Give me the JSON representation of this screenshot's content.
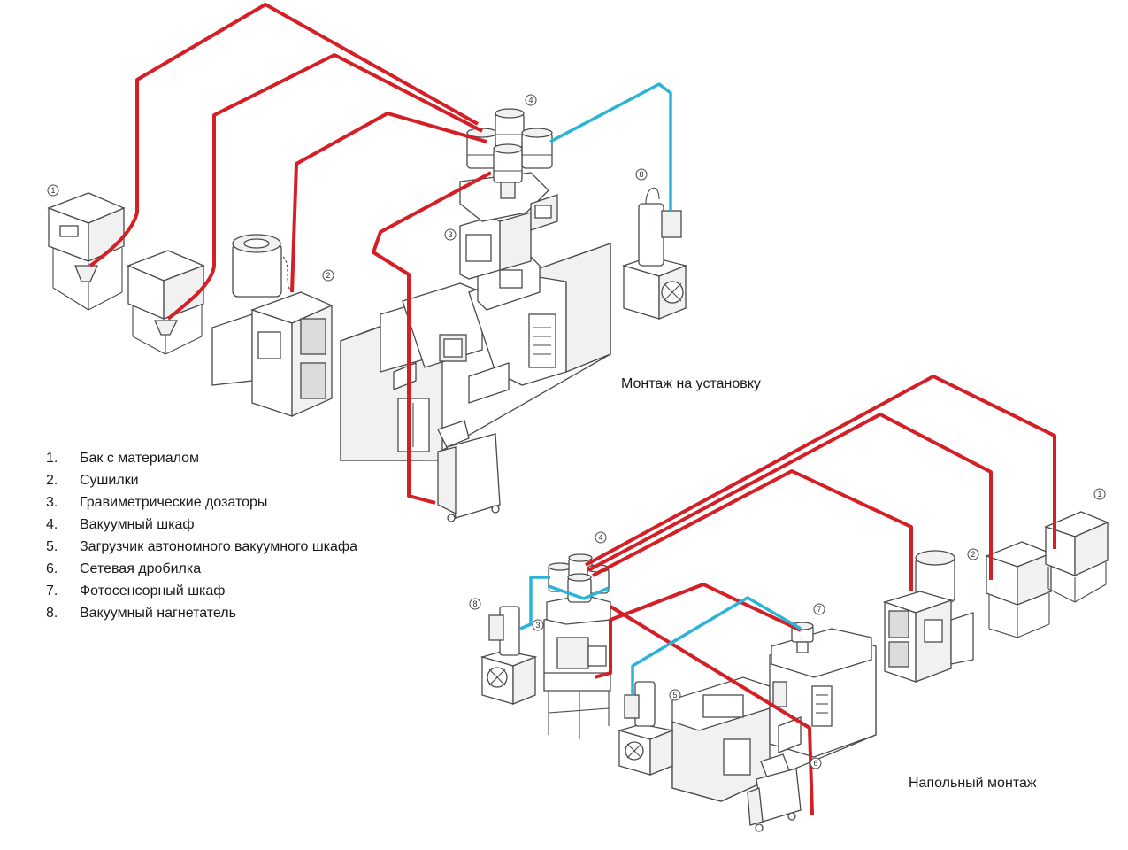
{
  "legend": [
    {
      "num": "1.",
      "text": "Бак с материалом"
    },
    {
      "num": "2.",
      "text": "Сушилки"
    },
    {
      "num": "3.",
      "text": "Гравиметрические дозаторы"
    },
    {
      "num": "4.",
      "text": "Вакуумный шкаф"
    },
    {
      "num": "5.",
      "text": "Загрузчик автономного вакуумного шкафа"
    },
    {
      "num": "6.",
      "text": "Сетевая дробилка"
    },
    {
      "num": "7.",
      "text": "Фотосенсорный шкаф"
    },
    {
      "num": "8.",
      "text": "Вакуумный нагнетатель"
    }
  ],
  "captions": {
    "machine_mount": "Монтаж на установку",
    "floor_mount": "Напольный монтаж"
  },
  "markers": {
    "top": [
      "1",
      "2",
      "3",
      "4",
      "8"
    ],
    "bottom": [
      "1",
      "2",
      "3",
      "4",
      "5",
      "6",
      "7",
      "8"
    ]
  },
  "colors": {
    "material_line": "#d41f26",
    "vacuum_line": "#2bb4d8"
  }
}
